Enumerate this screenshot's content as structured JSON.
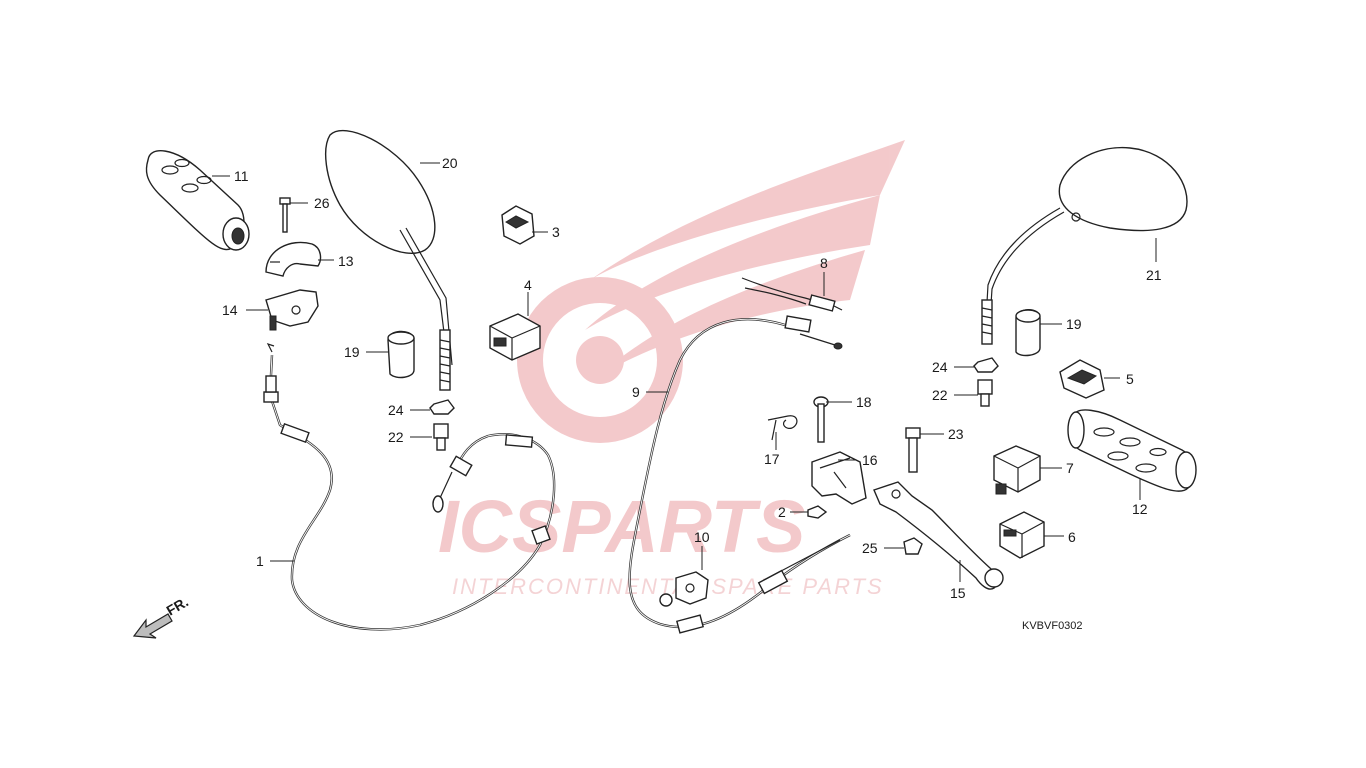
{
  "watermark": {
    "brand_text": "ICSPARTS",
    "tagline": "INTERCONTINENTAL SPARE PARTS",
    "color": "#e8a0a3"
  },
  "diagram_code": "KVBVF0302",
  "front_indicator": "FR.",
  "callouts": {
    "c1": "1",
    "c2": "2",
    "c3": "3",
    "c4": "4",
    "c5": "5",
    "c6": "6",
    "c7": "7",
    "c8": "8",
    "c9": "9",
    "c10": "10",
    "c11": "11",
    "c12": "12",
    "c13": "13",
    "c14": "14",
    "c15": "15",
    "c16": "16",
    "c17": "17",
    "c18": "18",
    "c19a": "19",
    "c19b": "19",
    "c20": "20",
    "c21": "21",
    "c22a": "22",
    "c22b": "22",
    "c23": "23",
    "c24a": "24",
    "c24b": "24",
    "c25": "25",
    "c26": "26"
  }
}
